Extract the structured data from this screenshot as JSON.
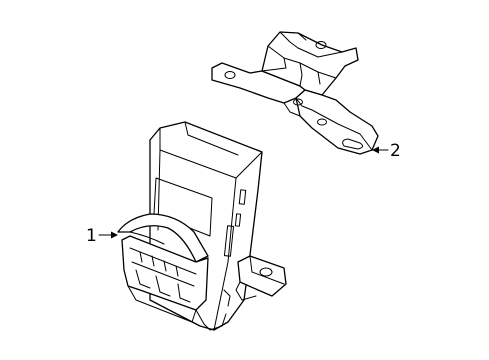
{
  "callouts": [
    {
      "id": "1",
      "label": "1"
    },
    {
      "id": "2",
      "label": "2"
    }
  ],
  "parts": {
    "module": "module",
    "bracket": "bracket"
  }
}
